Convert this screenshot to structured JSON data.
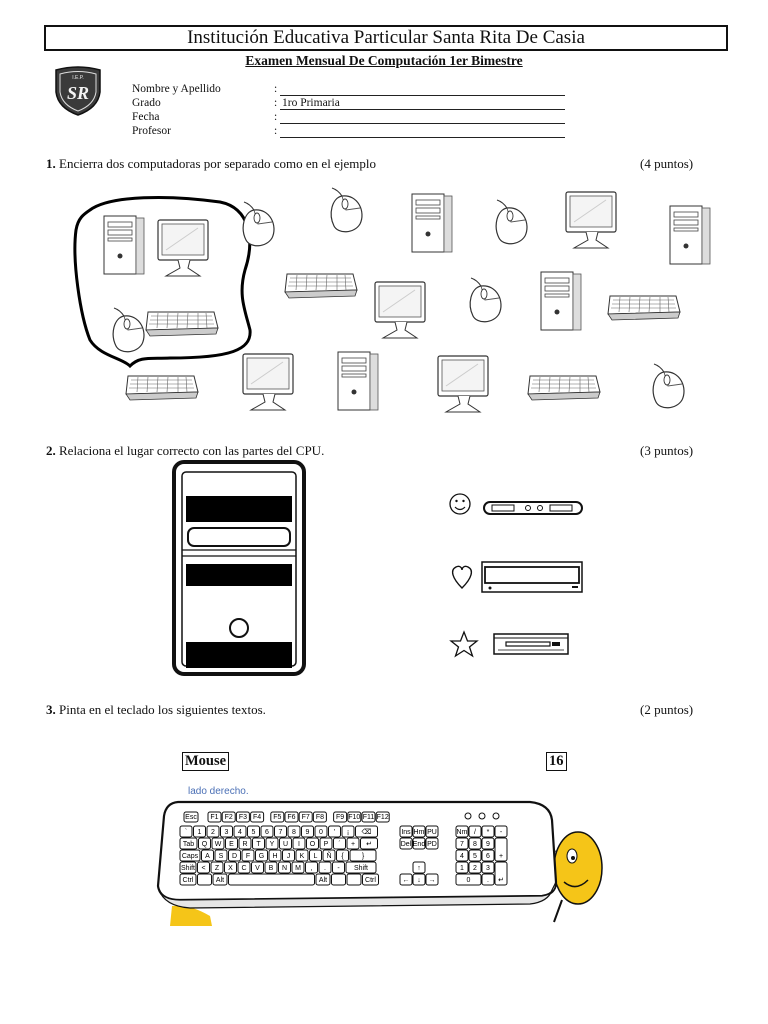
{
  "header": {
    "school_name": "Institución Educativa Particular Santa Rita De Casia",
    "exam_title": "Examen Mensual De Computación 1er Bimestre",
    "logo_text": "SR",
    "logo_top_text": "I.E.P."
  },
  "form": {
    "fields": [
      {
        "label": "Nombre y Apellido",
        "value": ""
      },
      {
        "label": "Grado",
        "value": "1ro Primaria"
      },
      {
        "label": "Fecha",
        "value": ""
      },
      {
        "label": "Profesor",
        "value": ""
      }
    ]
  },
  "questions": [
    {
      "number": "1.",
      "text": "Encierra dos computadoras por separado como en el ejemplo",
      "points": "(4 puntos)"
    },
    {
      "number": "2.",
      "text": "Relaciona el lugar correcto con las partes del CPU.",
      "points": "(3 puntos)"
    },
    {
      "number": "3.",
      "text": "Pinta en el teclado los siguientes textos.",
      "points": "(2 puntos)"
    }
  ],
  "q2": {
    "symbols": [
      "smiley",
      "heart",
      "star"
    ],
    "symbol_icons": [
      "smiley-icon",
      "heart-icon",
      "star-icon"
    ]
  },
  "q3": {
    "words": [
      "Mouse",
      "16"
    ],
    "keyboard_caption": "lado derecho."
  }
}
